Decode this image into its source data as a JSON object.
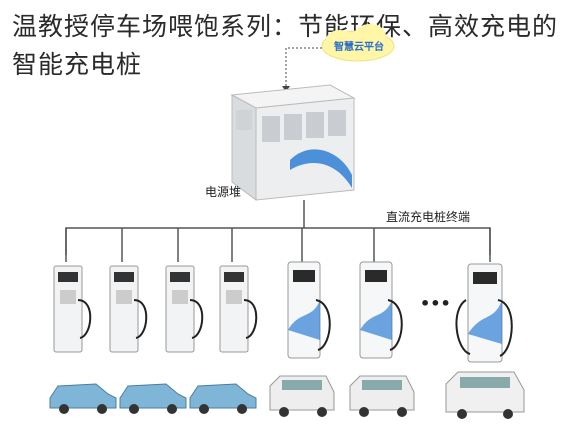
{
  "title": "温教授停车场喂饱系列：节能环保、高效充电的智能充电桩",
  "cloud_platform_label": "智慧云平台",
  "power_stack_label": "电源堆",
  "dc_terminal_label": "直流充电桩终端",
  "ellipsis": "•••",
  "colors": {
    "cloud_fill": "#fff6a8",
    "cabinet": "#e8eaec",
    "accent_blue": "#2f7fd4",
    "line": "#555555"
  }
}
